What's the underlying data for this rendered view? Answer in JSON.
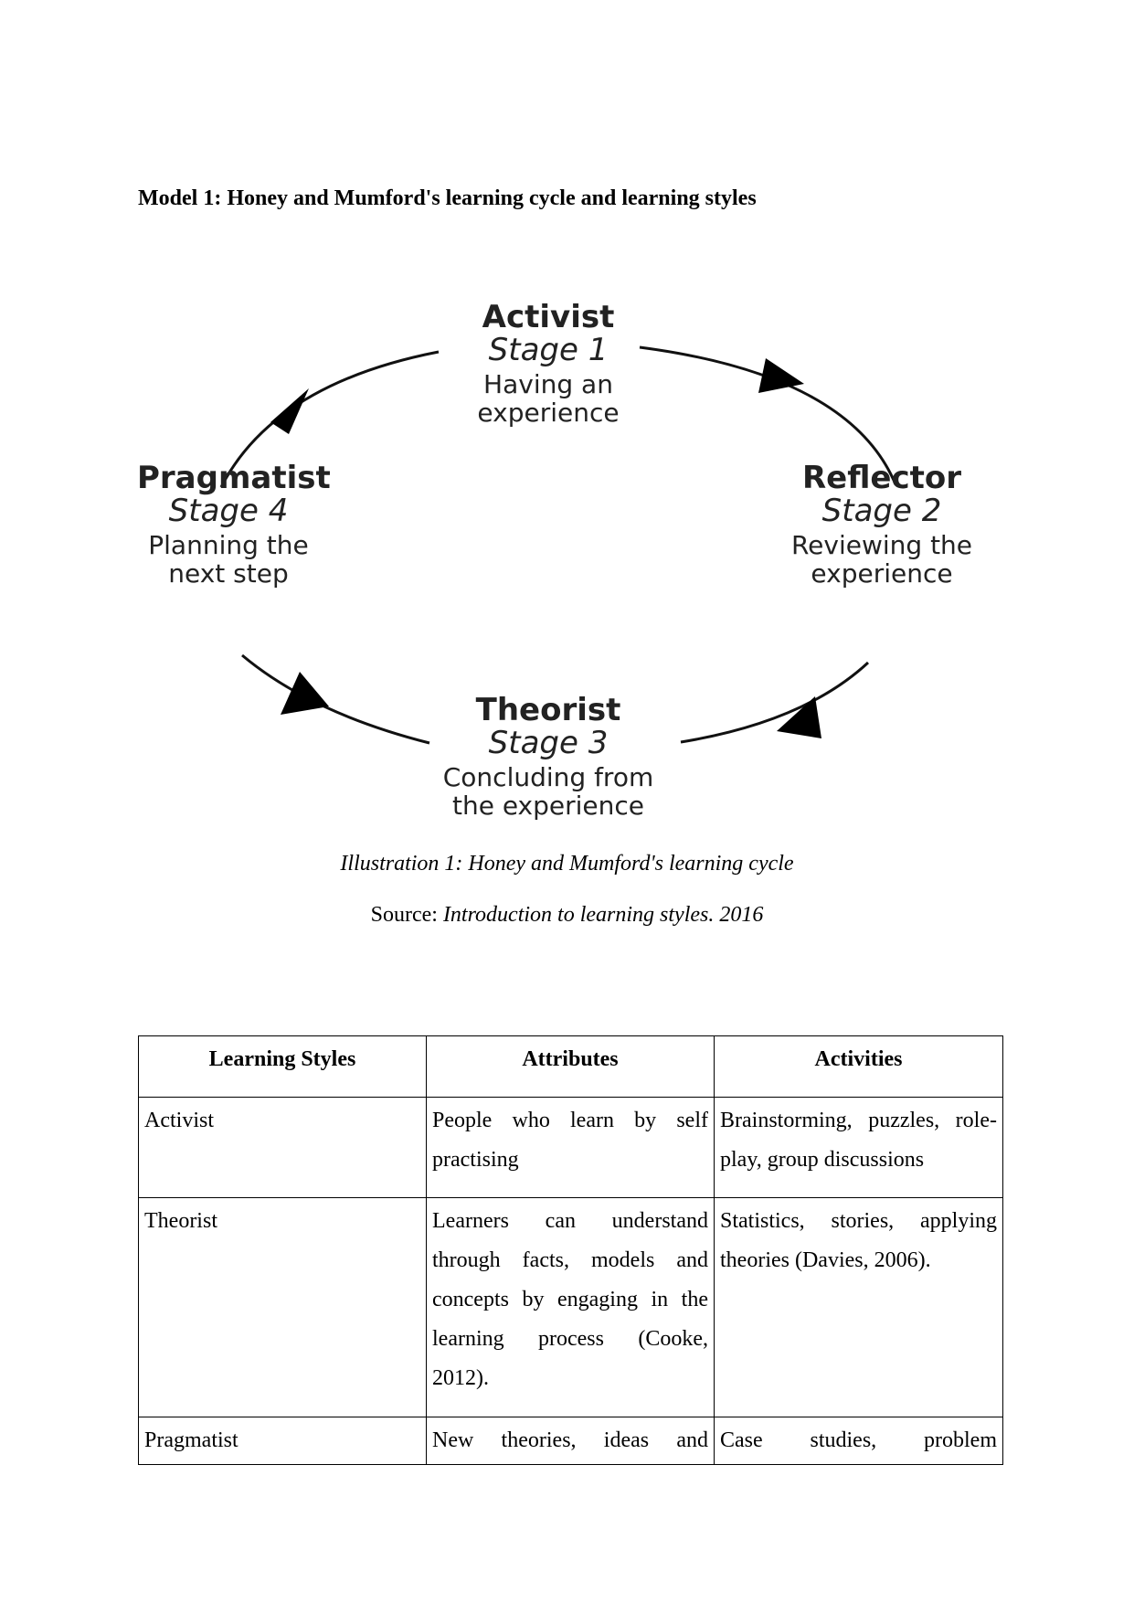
{
  "heading": "Model 1: Honey and Mumford's learning cycle and learning styles",
  "cycle": {
    "stages": [
      {
        "name": "Activist",
        "stage": "Stage 1",
        "desc_line1": "Having an",
        "desc_line2": "experience"
      },
      {
        "name": "Reflector",
        "stage": "Stage 2",
        "desc_line1": "Reviewing the",
        "desc_line2": "experience"
      },
      {
        "name": "Theorist",
        "stage": "Stage 3",
        "desc_line1": "Concluding from",
        "desc_line2": "the experience"
      },
      {
        "name": "Pragmatist",
        "stage": "Stage 4",
        "desc_line1": "Planning the",
        "desc_line2": "next step"
      }
    ]
  },
  "illustration_caption": "Illustration 1: Honey and Mumford's learning cycle",
  "source": {
    "label": "Source: ",
    "text": "Introduction to learning styles. 2016"
  },
  "table": {
    "headers": [
      "Learning Styles",
      "Attributes",
      "Activities"
    ],
    "rows": [
      {
        "style": "Activist",
        "attributes": "People who learn by self practising",
        "activities": "Brainstorming, puzzles, role-play, group discussions"
      },
      {
        "style": "Theorist",
        "attributes": "Learners can understand through facts, models and concepts by engaging in the learning process (Cooke, 2012).",
        "activities": "Statistics, stories, applying theories (Davies, 2006)."
      },
      {
        "style": "Pragmatist",
        "attributes": "New theories, ideas and",
        "activities": "Case studies, problem"
      }
    ]
  }
}
